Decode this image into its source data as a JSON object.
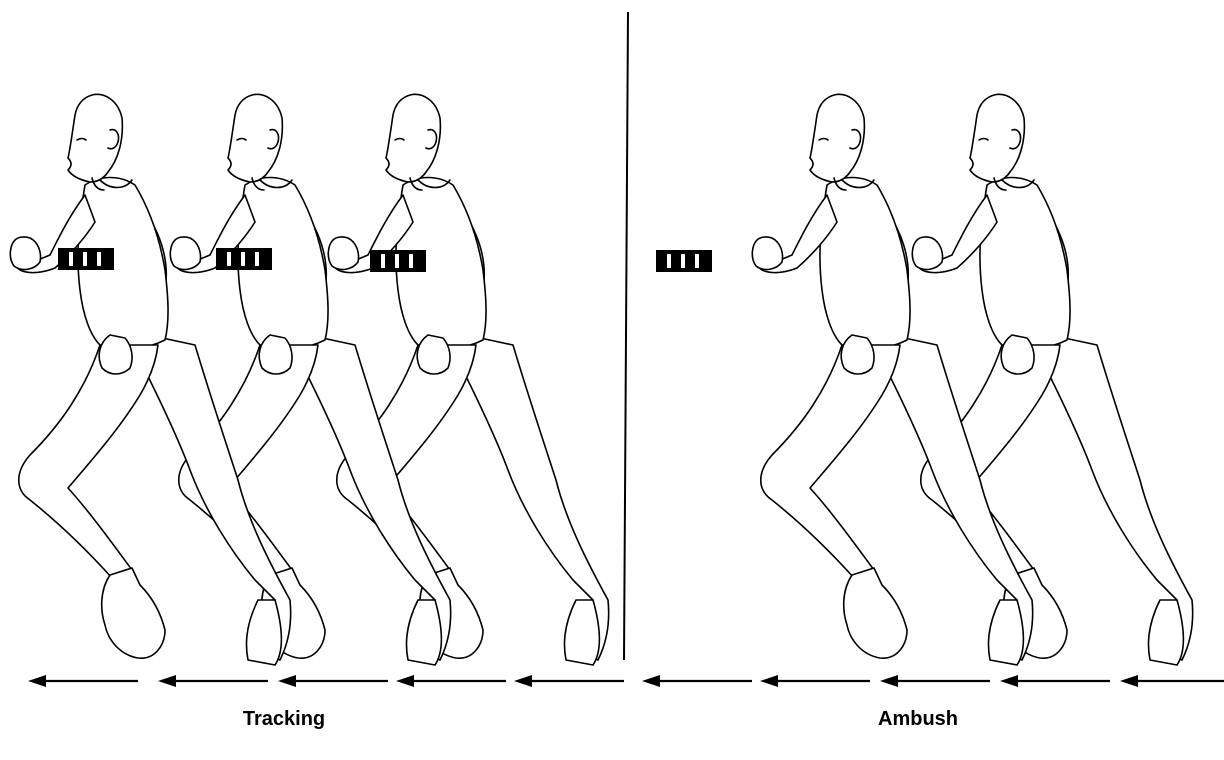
{
  "panels": [
    {
      "label": "Tracking",
      "runners": 3,
      "runners_with_tag": 3
    },
    {
      "label": "Ambush",
      "runners": 2,
      "runners_with_tag": 0,
      "standalone_tag": true
    }
  ],
  "arrows": {
    "count": 10,
    "direction": "left"
  },
  "colors": {
    "ink": "#000000",
    "background": "#ffffff",
    "figure_fill": "#ffffff"
  }
}
